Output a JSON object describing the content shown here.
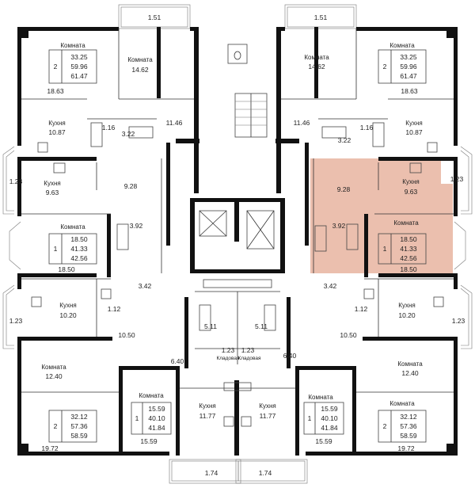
{
  "room_word": "Комната",
  "kitchen_word": "Кухня",
  "storage_word": "Кладовая",
  "accent": "#e8b4a0",
  "areas": {
    "top_balcony_left": "1.51",
    "top_balcony_right": "1.51",
    "bottom_balcony_left": "1.74",
    "bottom_balcony_right": "1.74",
    "tl_room2": "14.62",
    "tl_room1": "18.63",
    "tl_kitchen": "10.87",
    "tl_hall": "11.46",
    "tl_bath": "3.22",
    "tl_wc": "1.16",
    "tr_room2": "14.62",
    "tr_room1": "18.63",
    "tr_kitchen": "10.87",
    "tr_hall": "11.46",
    "tr_bath": "3.22",
    "tr_wc": "1.16",
    "l_loggia_top": "1.23",
    "l_kitchen": "9.63",
    "l_hall": "9.28",
    "l_bath": "3.92",
    "l_room": "18.50",
    "r_loggia_top": "1.23",
    "r_kitchen": "9.63",
    "r_hall": "9.28",
    "r_bath": "3.92",
    "r_room": "18.50",
    "ll_loggia": "1.23",
    "ll_kitchen": "10.20",
    "ll_bath": "3.42",
    "ll_wc": "1.12",
    "ll_hall": "10.50",
    "rl_loggia": "1.23",
    "rl_kitchen": "10.20",
    "rl_bath": "3.42",
    "rl_wc": "1.12",
    "rl_hall": "10.50",
    "corridor_left": "6.40",
    "corridor_right": "6.40",
    "center_bath_left": "5.11",
    "center_bath_right": "5.11",
    "storage_left": "1.23",
    "storage_right": "1.23",
    "bl_room": "12.40",
    "bl_room2": "19.72",
    "br_room": "12.40",
    "br_room2": "19.72",
    "bcl_room": "15.59",
    "bcl_kitchen": "11.77",
    "bcr_room": "15.59",
    "bcr_kitchen": "11.77"
  },
  "apartments": [
    {
      "rooms": "2",
      "living": "33.25",
      "total": "59.96",
      "total_with_balcony": "61.47"
    },
    {
      "rooms": "2",
      "living": "33.25",
      "total": "59.96",
      "total_with_balcony": "61.47"
    },
    {
      "rooms": "1",
      "living": "18.50",
      "total": "41.33",
      "total_with_balcony": "42.56"
    },
    {
      "rooms": "1",
      "living": "18.50",
      "total": "41.33",
      "total_with_balcony": "42.56"
    },
    {
      "rooms": "2",
      "living": "32.12",
      "total": "57.36",
      "total_with_balcony": "58.59"
    },
    {
      "rooms": "1",
      "living": "15.59",
      "total": "40.10",
      "total_with_balcony": "41.84"
    },
    {
      "rooms": "1",
      "living": "15.59",
      "total": "40.10",
      "total_with_balcony": "41.84"
    },
    {
      "rooms": "2",
      "living": "32.12",
      "total": "57.36",
      "total_with_balcony": "58.59"
    }
  ]
}
